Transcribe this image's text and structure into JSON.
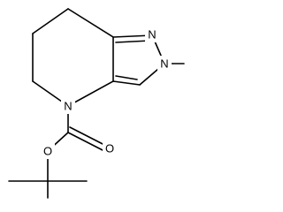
{
  "molecule": {
    "atom_labels": {
      "n1": "N",
      "n2": "N",
      "n4": "N",
      "o_carbonyl": "O",
      "o_ester": "O"
    }
  }
}
